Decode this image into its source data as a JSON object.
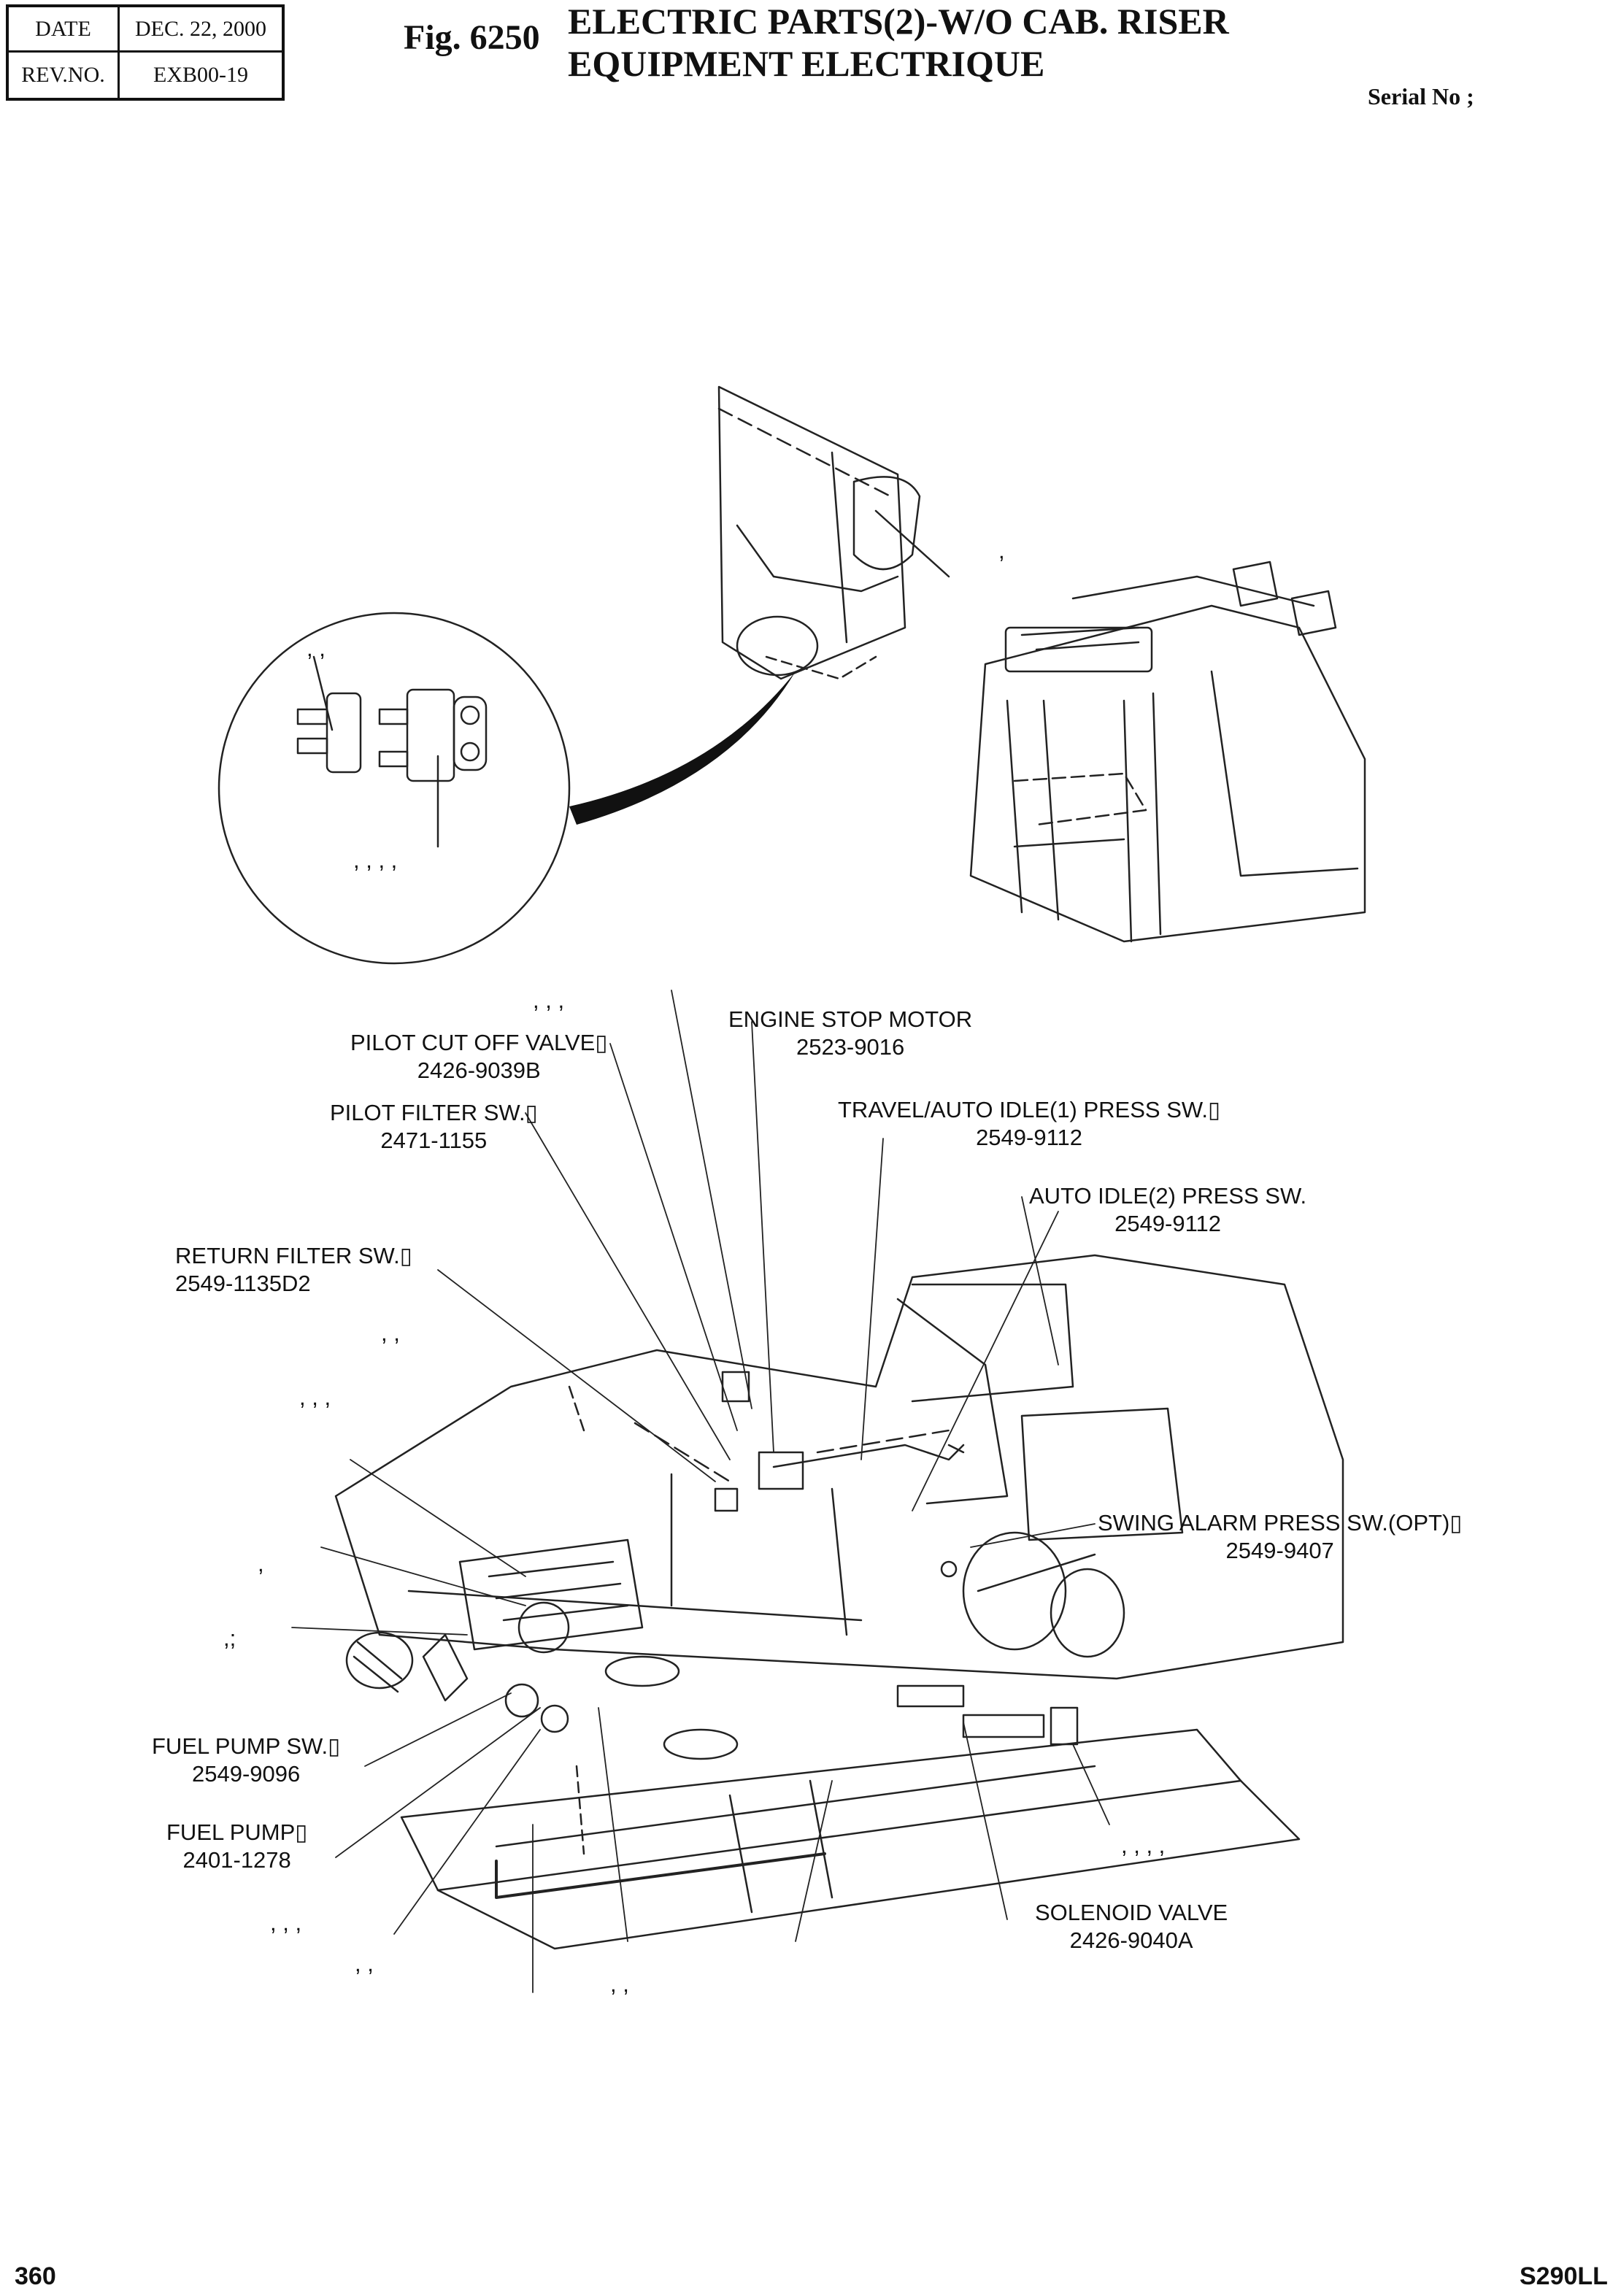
{
  "header": {
    "date_label": "DATE",
    "date_value": "DEC. 22, 2000",
    "rev_label": "REV.NO.",
    "rev_value": "EXB00-19",
    "fig_number": "Fig. 6250",
    "title_line1": "ELECTRIC PARTS(2)-W/O CAB. RISER",
    "title_line2": "EQUIPMENT ELECTRIQUE",
    "serial": "Serial No ;"
  },
  "callouts": {
    "pilot_cut_off_valve": {
      "name": "PILOT CUT OFF VALVE▯",
      "part": "2426-9039B"
    },
    "engine_stop_motor": {
      "name": "ENGINE STOP MOTOR",
      "part": "2523-9016"
    },
    "pilot_filter_sw": {
      "name": "PILOT FILTER SW.▯",
      "part": "2471-1155"
    },
    "travel_auto_idle1": {
      "name": "TRAVEL/AUTO IDLE(1) PRESS SW.▯",
      "part": "2549-9112"
    },
    "auto_idle2": {
      "name": "AUTO IDLE(2) PRESS SW.",
      "part": "2549-9112"
    },
    "return_filter_sw": {
      "name": "RETURN FILTER SW.▯",
      "part": "2549-1135D2"
    },
    "swing_alarm": {
      "name": "SWING ALARM PRESS SW.(OPT)▯",
      "part": "2549-9407"
    },
    "fuel_pump_sw": {
      "name": "FUEL PUMP SW.▯",
      "part": "2549-9096"
    },
    "fuel_pump": {
      "name": "FUEL PUMP▯",
      "part": "2401-1278"
    },
    "solenoid_valve": {
      "name": "SOLENOID VALVE",
      "part": "2426-9040A"
    }
  },
  "ref_marks": [
    ",",
    ",  ,",
    ",    ,    ,    ,",
    ",   ,   ,",
    ",   ,",
    ",  ,  ,",
    ",",
    ",;",
    ",   ,   ,   ,",
    ",  ,  ,",
    ",   ,",
    ",   ,"
  ],
  "footer": {
    "page": "360",
    "model": "S290LL"
  }
}
